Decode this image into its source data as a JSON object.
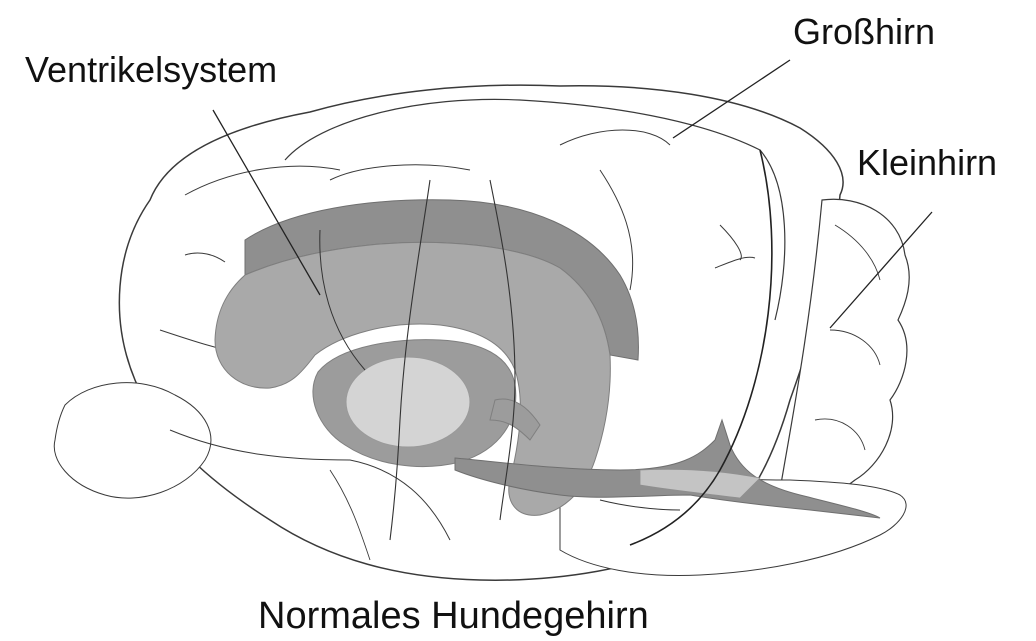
{
  "labels": {
    "ventrikelsystem": "Ventrikelsystem",
    "grosshirn": "Großhirn",
    "kleinhirn": "Kleinhirn"
  },
  "caption": "Normales Hundegehirn",
  "colors": {
    "background": "#ffffff",
    "outline": "#3a3a3a",
    "ventricle_dark": "#8f8f8f",
    "ventricle_mid": "#a9a9a9",
    "ventricle_light": "#d4d4d4",
    "leader_line": "#222222"
  }
}
